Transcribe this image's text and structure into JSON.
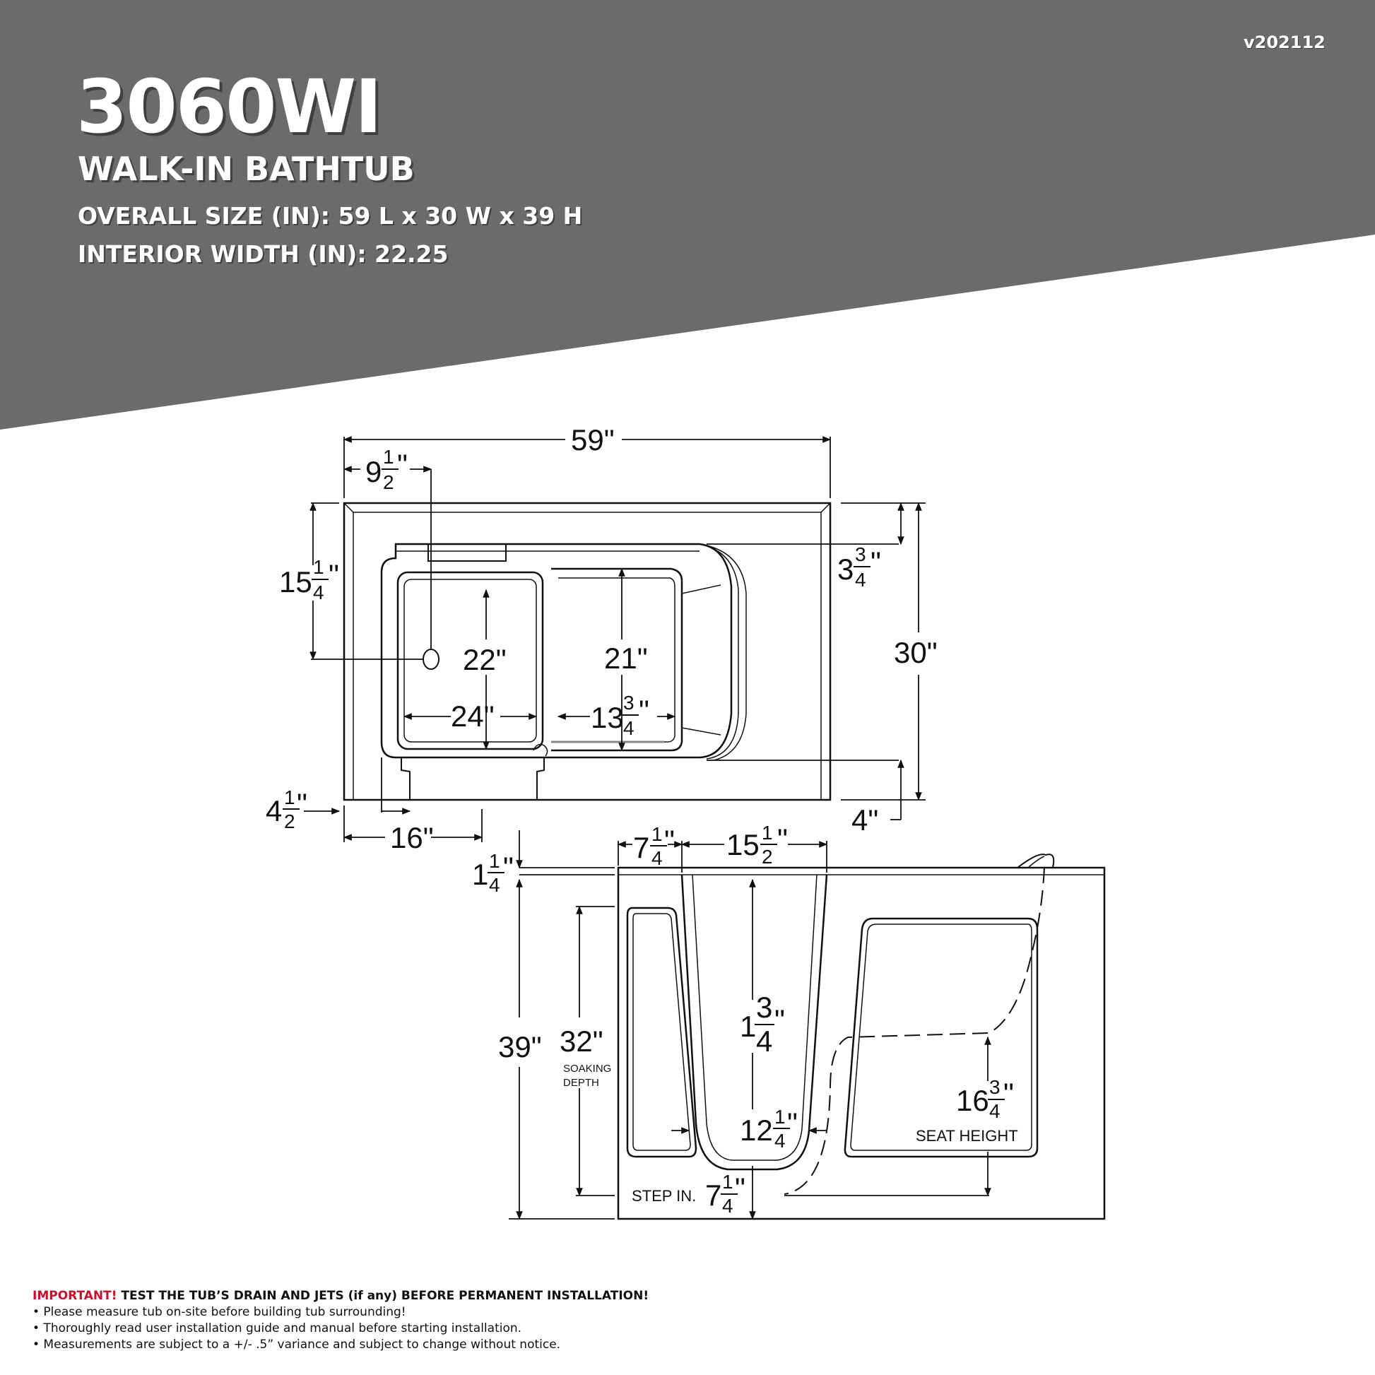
{
  "header": {
    "version": "v202112",
    "model": "3060WI",
    "subtitle": "WALK-IN BATHTUB",
    "overall_size": "OVERALL SIZE (IN): 59 L x 30 W x 39 H",
    "interior_width": "INTERIOR WIDTH (IN): 22.25",
    "banner_color": "#6b6b6b"
  },
  "top_view": {
    "length": "59\"",
    "drain_offset": {
      "whole": "9",
      "num": "1",
      "den": "2",
      "unit": "\""
    },
    "drain_depth": {
      "whole": "15",
      "num": "1",
      "den": "4",
      "unit": " \""
    },
    "rim_back": {
      "whole": "3",
      "num": "3",
      "den": "4",
      "unit": "\""
    },
    "width": "30\"",
    "basin_depth": "22\"",
    "seat_depth": "21\"",
    "basin_width": "24\"",
    "seat_width": {
      "whole": "13",
      "num": "3",
      "den": "4",
      "unit": "\""
    },
    "front_offset": {
      "whole": "4",
      "num": "1",
      "den": "2",
      "unit": "\""
    },
    "door_width": "16\"",
    "front_rim": "4\""
  },
  "side_view": {
    "door_frame": {
      "whole": "7",
      "num": "1",
      "den": "4",
      "unit": "\""
    },
    "door_opening": {
      "whole": "15",
      "num": "1",
      "den": "2",
      "unit": "\""
    },
    "rim": {
      "whole": "1",
      "num": "1",
      "den": "4",
      "unit": "\""
    },
    "height": "39\"",
    "soaking_depth": "32\"",
    "soaking_label_1": "SOAKING",
    "soaking_label_2": "DEPTH",
    "door_thickness": {
      "whole": "1",
      "num": "3",
      "den": "4",
      "unit": "\""
    },
    "door_gap": {
      "whole": "12",
      "num": "1",
      "den": "4",
      "unit": "\""
    },
    "seat_height": {
      "whole": "16",
      "num": "3",
      "den": "4",
      "unit": "\""
    },
    "seat_height_label": "SEAT HEIGHT",
    "step_in_label": "STEP IN.",
    "step_in": {
      "whole": "7",
      "num": "1",
      "den": "4",
      "unit": "\""
    }
  },
  "notes": {
    "important_word": "IMPORTANT!",
    "important_text": " TEST THE TUB’S DRAIN AND JETS (if any) BEFORE PERMANENT INSTALLATION!",
    "important_color": "#c8102e",
    "items": [
      "• Please measure tub on-site before building tub surrounding!",
      "• Thoroughly read user installation guide and manual before starting installation.",
      "• Measurements are subject to a +/- .5” variance and subject to change without notice."
    ]
  }
}
